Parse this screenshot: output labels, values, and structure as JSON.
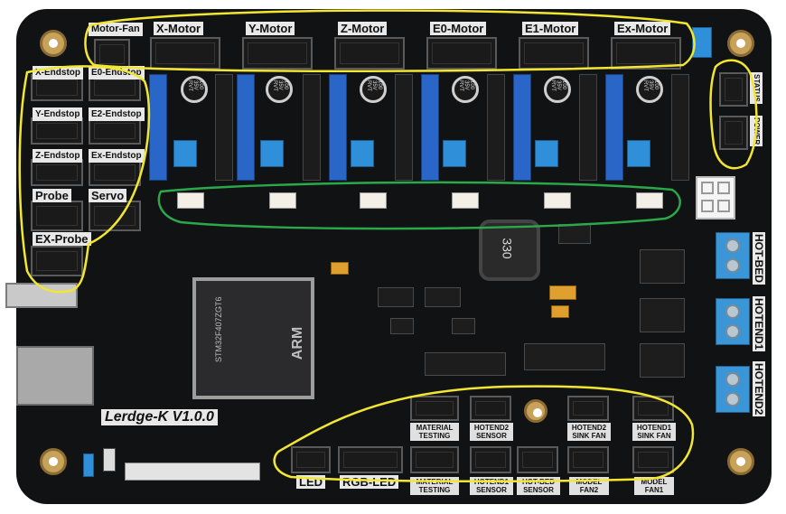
{
  "board": {
    "model": "Lerdge-K V1.0.0",
    "mcu_lines": [
      "STM32F407ZGT6",
      "ARM"
    ],
    "inductor_code": "330",
    "cap_rating": "100 35V RVT"
  },
  "top_headers": [
    {
      "label": "Motor-Fan"
    },
    {
      "label": "X-Motor"
    },
    {
      "label": "Y-Motor"
    },
    {
      "label": "Z-Motor"
    },
    {
      "label": "E0-Motor"
    },
    {
      "label": "E1-Motor"
    },
    {
      "label": "Ex-Motor"
    }
  ],
  "left_headers": [
    {
      "label": "X-Endstop"
    },
    {
      "label": "E0-Endstop"
    },
    {
      "label": "Y-Endstop"
    },
    {
      "label": "E2-Endstop"
    },
    {
      "label": "Z-Endstop"
    },
    {
      "label": "Ex-Endstop"
    },
    {
      "label": "Probe"
    },
    {
      "label": "Servo"
    },
    {
      "label": "EX-Probe"
    }
  ],
  "right_side": [
    {
      "label": "STATUS"
    },
    {
      "label": "POWER"
    },
    {
      "label": "HOT-BED"
    },
    {
      "label": "HOTEND1"
    },
    {
      "label": "HOTEND2"
    }
  ],
  "bottom_top_row": [
    {
      "label": "MATERIAL TESTING"
    },
    {
      "label": "HOTEND2 SENSOR"
    },
    {
      "label": "HOTEND2 SINK FAN"
    },
    {
      "label": "HOTEND1 SINK FAN"
    }
  ],
  "bottom_row": [
    {
      "label": "LED"
    },
    {
      "label": "RGB-LED"
    },
    {
      "label": "MATERIAL TESTING"
    },
    {
      "label": "HOTEND1 SENSOR"
    },
    {
      "label": "HOT-BED SENSOR"
    },
    {
      "label": "MODEL FAN2"
    },
    {
      "label": "MODEL FAN1"
    }
  ],
  "annotation_colors": {
    "yellow": "#f2e631",
    "green": "#2aa84a"
  }
}
